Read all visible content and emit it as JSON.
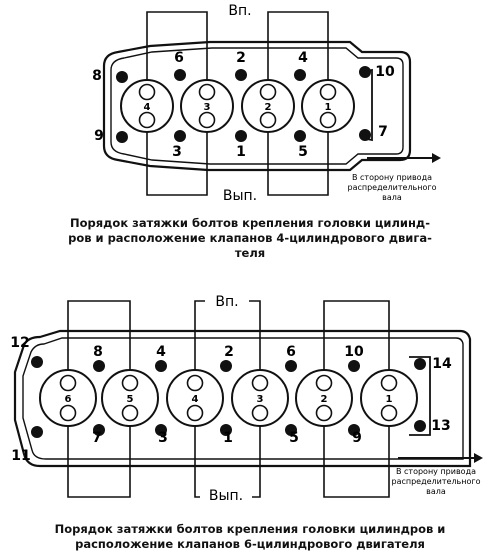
{
  "engine4": {
    "intake_label": "Вп.",
    "exhaust_label": "Вып.",
    "direction_note": [
      "В сторону привода",
      "распределительного",
      "вала"
    ],
    "cylinders": [
      "4",
      "3",
      "2",
      "1"
    ],
    "bolts": [
      "1",
      "2",
      "3",
      "4",
      "5",
      "6",
      "7",
      "8",
      "9",
      "10"
    ],
    "caption": [
      "Порядок затяжки болтов крепления головки цилинд-",
      "ров и расположение клапанов 4-цилиндрового двига-",
      "теля"
    ]
  },
  "engine6": {
    "intake_label": "Вп.",
    "exhaust_label": "Вып.",
    "direction_note": [
      "В сторону привода",
      "распределительного",
      "вала"
    ],
    "cylinders": [
      "6",
      "5",
      "4",
      "3",
      "2",
      "1"
    ],
    "bolts": [
      "1",
      "2",
      "3",
      "4",
      "5",
      "6",
      "7",
      "8",
      "9",
      "10",
      "11",
      "12",
      "13",
      "14"
    ],
    "caption": [
      "Порядок затяжки болтов крепления головки цилиндров и",
      "расположение клапанов 6-цилиндрового двигателя"
    ]
  }
}
